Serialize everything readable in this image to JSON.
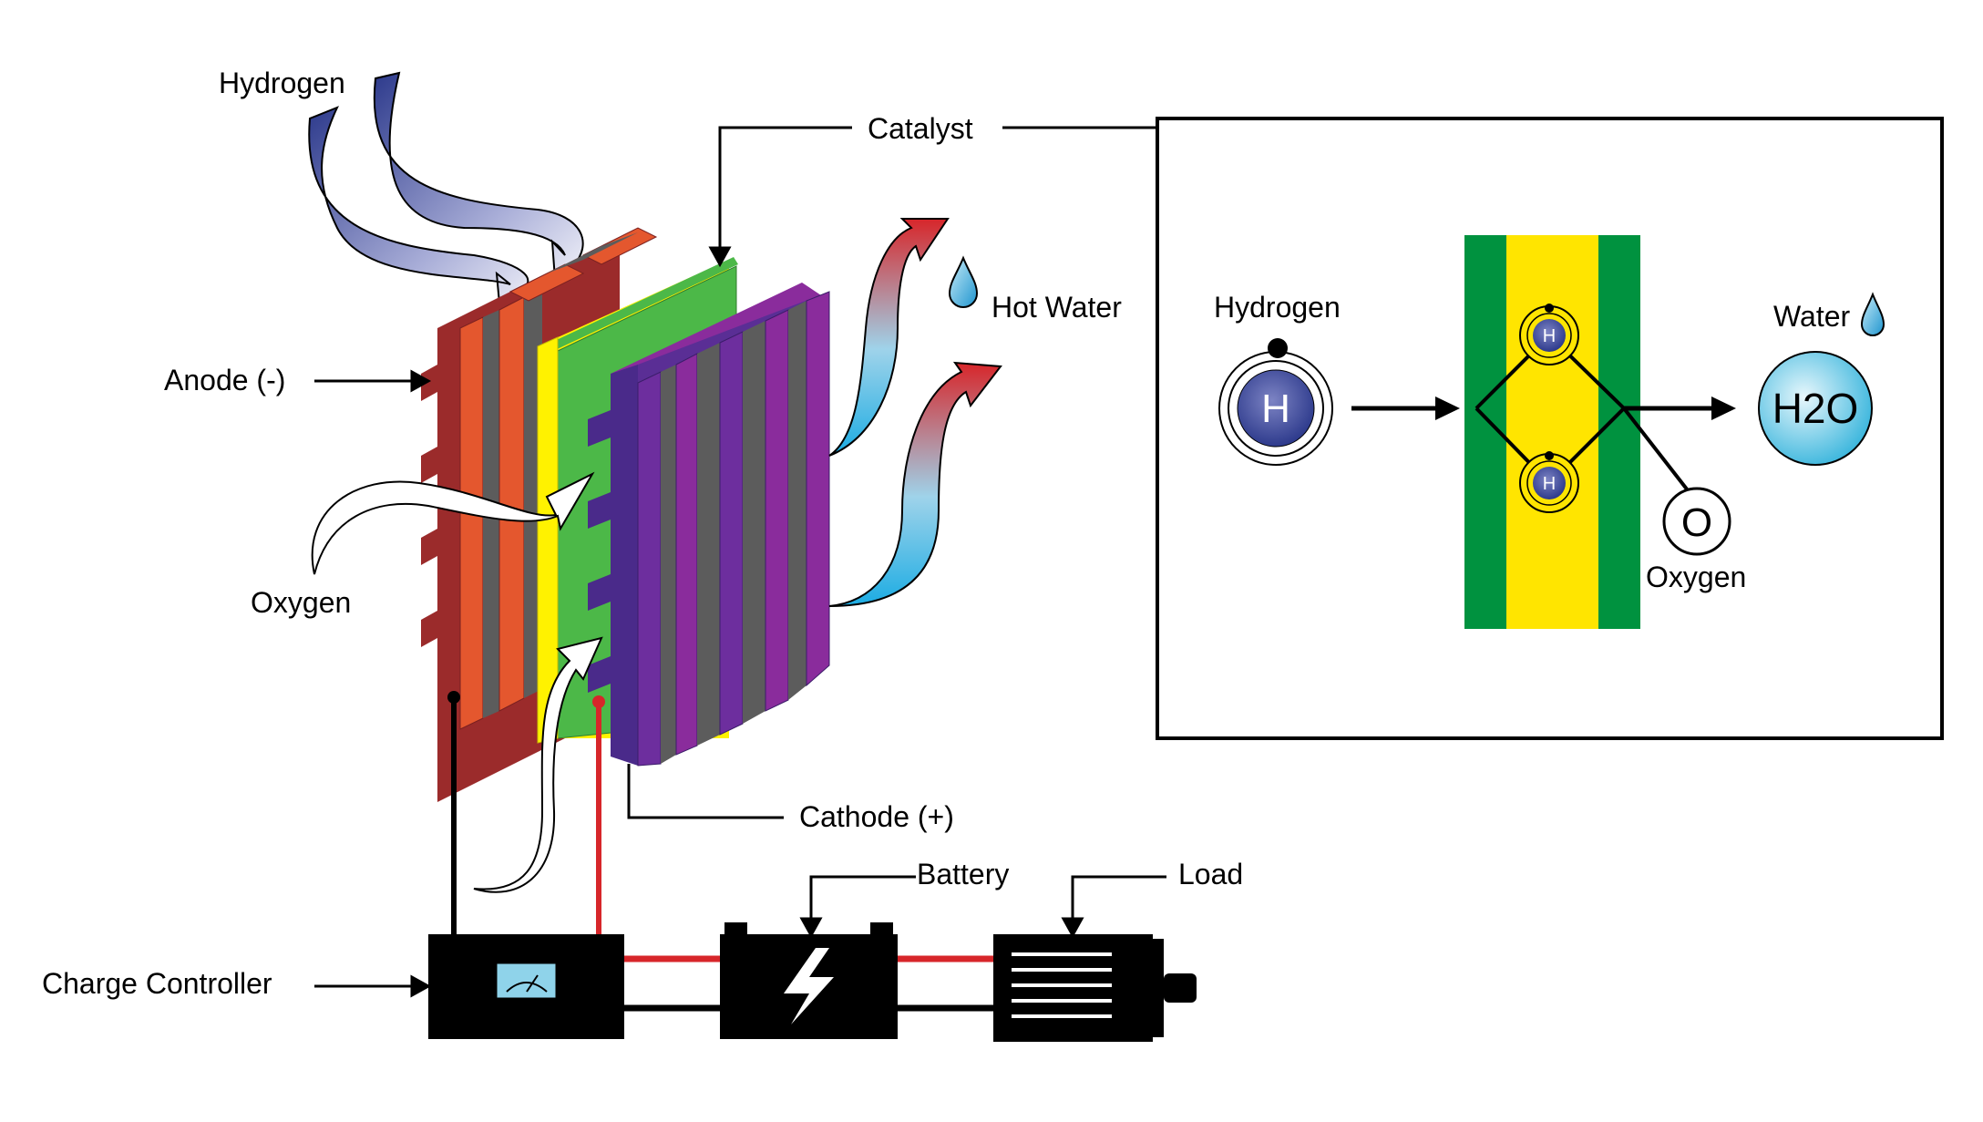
{
  "labels": {
    "hydrogen_in": "Hydrogen",
    "catalyst": "Catalyst",
    "hot_water": "Hot Water",
    "anode": "Anode (-)",
    "oxygen_in": "Oxygen",
    "cathode": "Cathode (+)",
    "battery": "Battery",
    "load": "Load",
    "charge_controller": "Charge Controller"
  },
  "inset": {
    "hydrogen": "Hydrogen",
    "hydrogen_symbol": "H",
    "water": "Water",
    "water_formula": "H2O",
    "oxygen": "Oxygen",
    "oxygen_symbol": "O",
    "bound_hydrogen_symbol": "H"
  },
  "colors": {
    "anode_front": "#e4572e",
    "anode_side": "#9b2b2b",
    "cathode_front": "#6a2c91",
    "cathode_side": "#4a2a8a",
    "membrane": "#4cb848",
    "catalyst_layer": "#fff200",
    "inset_green": "#00923f",
    "inset_yellow": "#ffe500",
    "wire_red": "#d7262a",
    "hot_arrow_red": "#d7262a",
    "hot_arrow_blue": "#1cace3",
    "hydrogen_arrow": "#2d3a8c",
    "water_drop": "#29a8e0"
  }
}
